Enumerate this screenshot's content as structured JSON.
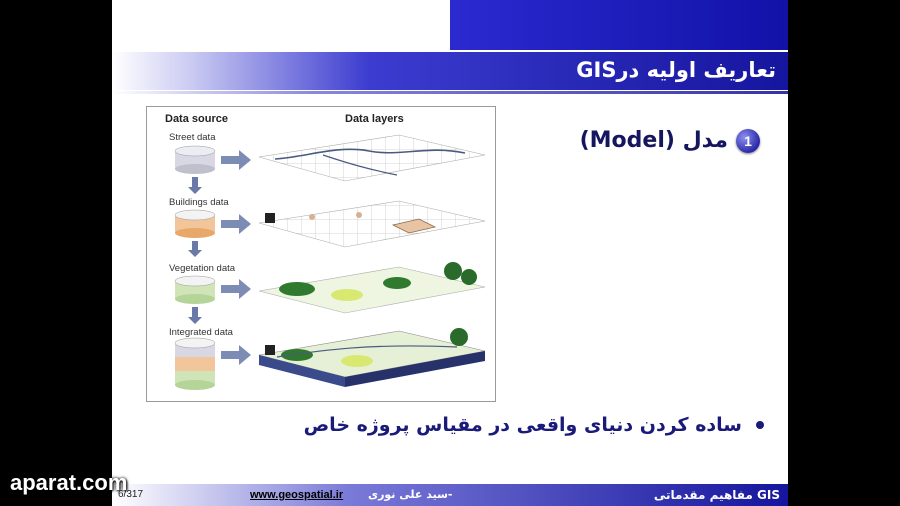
{
  "slide": {
    "title": "تعاریف اولیه  درGIS",
    "heading_number": "1",
    "heading_text": "مدل (Model)",
    "bullet_text": "ساده کردن دنیای واقعی در مقیاس پروژه خاص"
  },
  "figure": {
    "col_source": "Data source",
    "col_layers": "Data layers",
    "labels": [
      "Street data",
      "Buildings data",
      "Vegetation data",
      "Integrated data"
    ]
  },
  "footer": {
    "right_text": "مفاهیم مقدماتی GIS",
    "link_text": "www.geospatial.ir",
    "author": "سید علی نوری-",
    "page": "6/317"
  },
  "watermark": "aparat.com",
  "colors": {
    "title_blue": "#15159e",
    "text_navy": "#1a1a7a"
  }
}
